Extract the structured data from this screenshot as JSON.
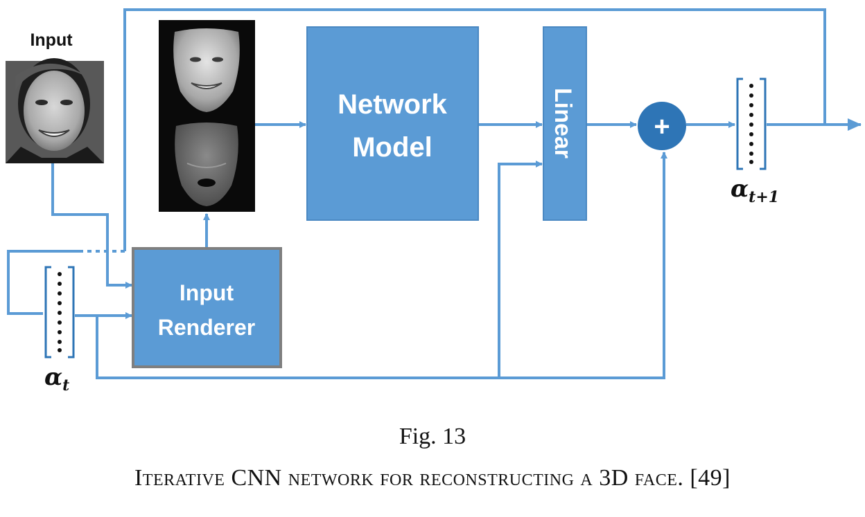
{
  "diagram": {
    "input_title": "Input",
    "network_model": [
      "Network",
      "Model"
    ],
    "linear_label": "Linear",
    "plus_symbol": "+",
    "renderer": [
      "Input",
      "Renderer"
    ],
    "alpha_symbol": "α",
    "alpha_t_sub": "t",
    "alpha_next_sub": "t+1"
  },
  "figure": {
    "label": "Fig. 13",
    "caption": "Iterative CNN network for reconstructing a 3D face. [49]"
  },
  "colors": {
    "box_blue": "#5b9bd5",
    "line_blue": "#5b9bd5",
    "plus_blue": "#2e75b6",
    "renderer_border": "#7f7f7f"
  }
}
